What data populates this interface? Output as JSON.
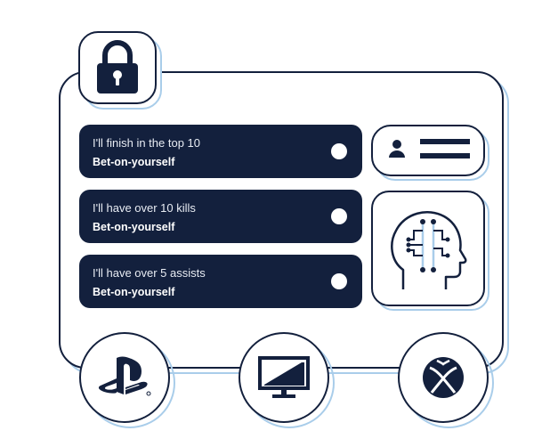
{
  "bets": [
    {
      "prompt": "I'll finish in the top 10",
      "tag": "Bet-on-yourself"
    },
    {
      "prompt": "I'll have over 10 kills",
      "tag": "Bet-on-yourself"
    },
    {
      "prompt": "I'll have over 5 assists",
      "tag": "Bet-on-yourself"
    }
  ],
  "icons": {
    "lock": "lock-icon",
    "profile": "user-profile-icon",
    "brain": "ai-head-circuit-icon",
    "platforms": [
      "playstation-icon",
      "pc-monitor-icon",
      "xbox-icon"
    ]
  },
  "colors": {
    "navy": "#13203d",
    "accent_blue": "#a9cdea",
    "background": "#ffffff"
  }
}
